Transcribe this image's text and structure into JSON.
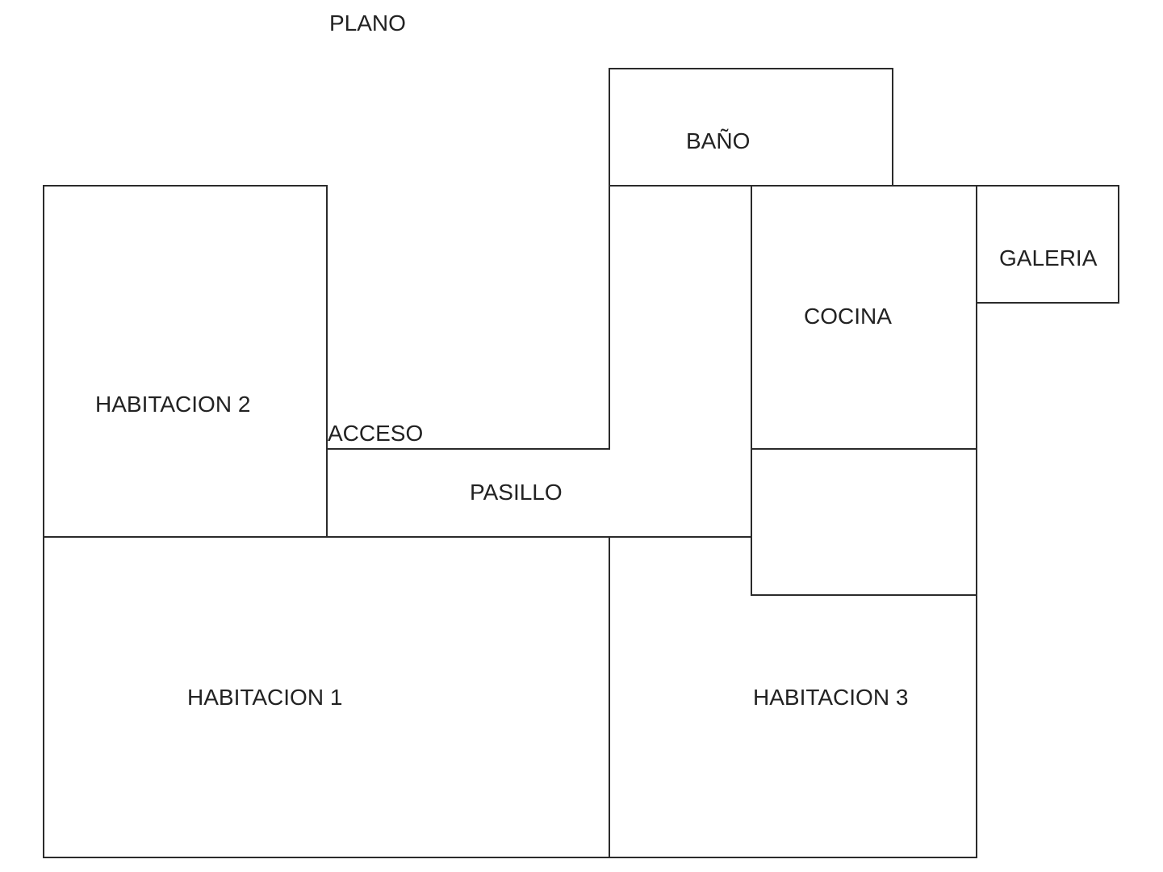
{
  "title": "PLANO",
  "rooms": {
    "bano": "BAÑO",
    "galeria": "GALERIA",
    "cocina": "COCINA",
    "habitacion_2": "HABITACION 2",
    "acceso": "ACCESO",
    "pasillo": "PASILLO",
    "habitacion_1": "HABITACION 1",
    "habitacion_3": "HABITACION 3"
  }
}
